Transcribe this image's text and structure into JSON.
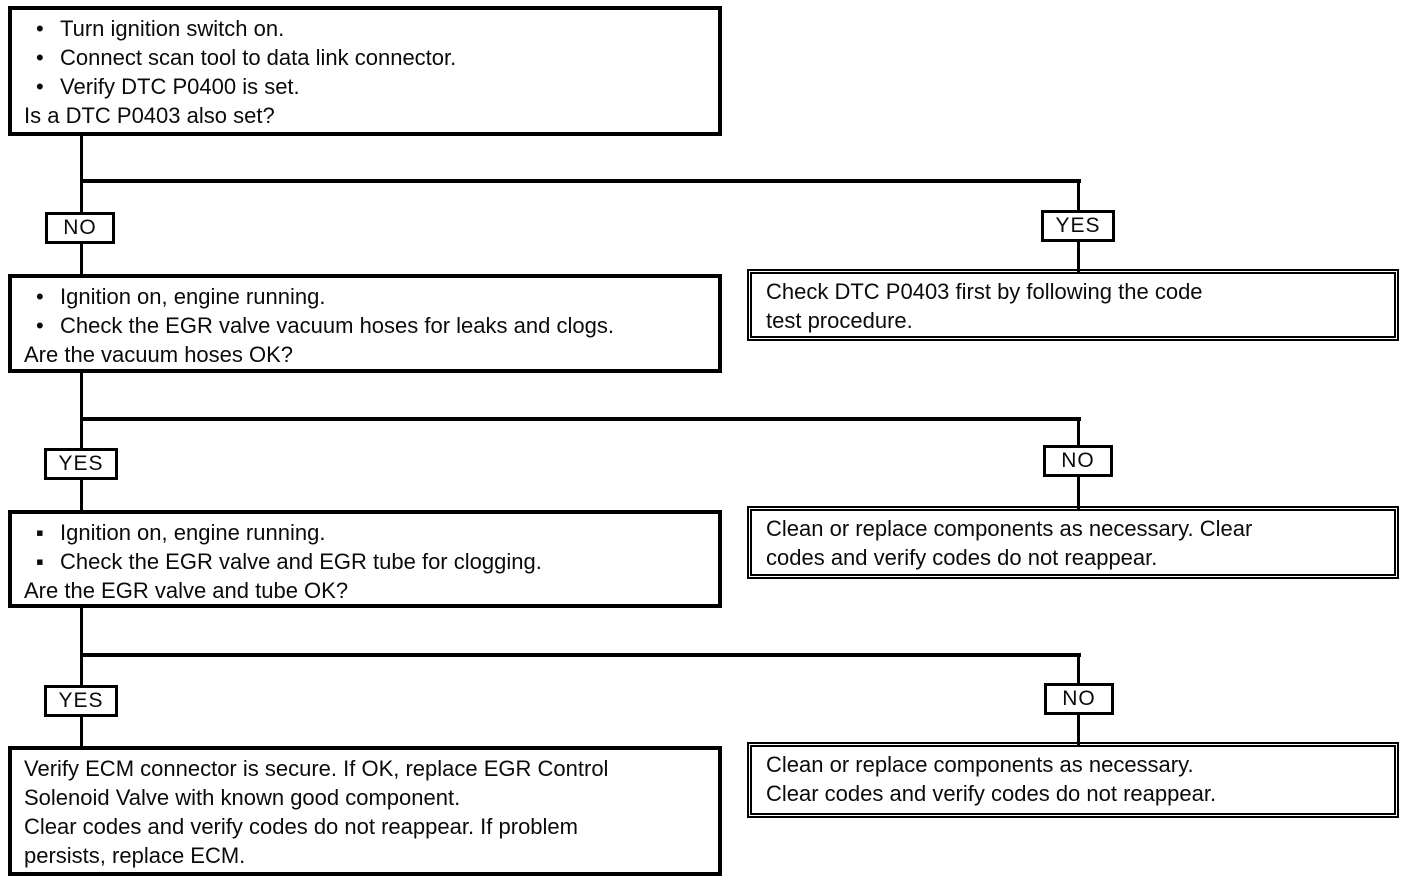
{
  "flowchart": {
    "start": {
      "bullet_char": "•",
      "bullets": [
        "Turn ignition switch on.",
        "Connect scan tool to data link connector.",
        "Verify DTC P0400 is set."
      ],
      "question": "Is a DTC P0403 also set?"
    },
    "decision1": {
      "no": "NO",
      "yes": "YES"
    },
    "check_p0403": {
      "lines": [
        "Check DTC P0403 first by following the code",
        "test procedure."
      ]
    },
    "vacuum_check": {
      "bullet_char": "•",
      "bullets": [
        "Ignition on, engine running.",
        "Check the EGR valve vacuum hoses for leaks and clogs."
      ],
      "question": "Are the vacuum hoses OK?"
    },
    "decision2": {
      "yes": "YES",
      "no": "NO"
    },
    "clean_replace_1": {
      "lines": [
        "Clean or replace components as necessary. Clear",
        "codes and verify codes do not reappear."
      ]
    },
    "egr_check": {
      "bullet_char": "▪",
      "bullets": [
        "Ignition on, engine running.",
        "Check the EGR valve and EGR tube for clogging."
      ],
      "question": "Are the EGR valve and tube OK?"
    },
    "decision3": {
      "yes": "YES",
      "no": "NO"
    },
    "clean_replace_2": {
      "lines": [
        "Clean or replace components as necessary.",
        "Clear codes and verify codes do not reappear."
      ]
    },
    "final_action": {
      "lines": [
        "Verify ECM connector is secure. If OK, replace EGR Control",
        "Solenoid Valve with known good component.",
        "Clear codes and verify codes do not reappear. If problem",
        "persists, replace ECM."
      ]
    }
  },
  "colors": {
    "ink": "#000000",
    "paper": "#ffffff"
  }
}
